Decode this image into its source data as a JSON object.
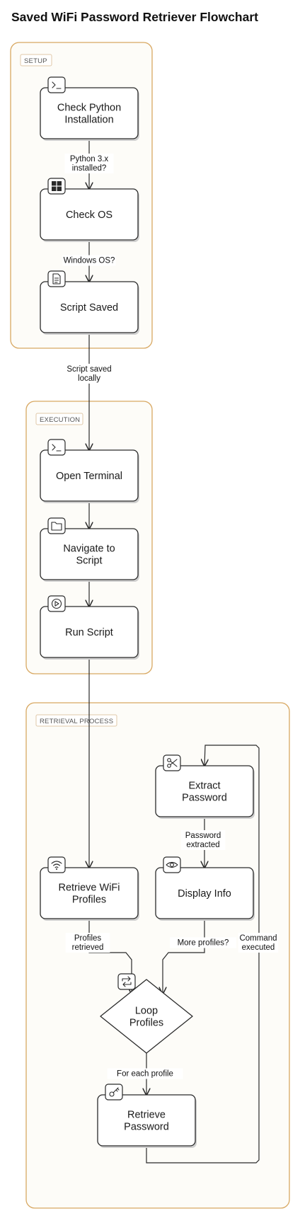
{
  "title": "Saved WiFi Password Retriever Flowchart",
  "groups": [
    {
      "id": "setup",
      "label": "SETUP"
    },
    {
      "id": "execution",
      "label": "EXECUTION"
    },
    {
      "id": "retrieval",
      "label": "RETRIEVAL PROCESS"
    }
  ],
  "nodes": [
    {
      "id": "check_python",
      "lines": [
        "Check Python",
        "Installation"
      ],
      "icon": "terminal-icon",
      "shape": "rect"
    },
    {
      "id": "check_os",
      "lines": [
        "Check OS"
      ],
      "icon": "windows-icon",
      "shape": "rect"
    },
    {
      "id": "script_saved",
      "lines": [
        "Script Saved"
      ],
      "icon": "file-icon",
      "shape": "rect"
    },
    {
      "id": "open_terminal",
      "lines": [
        "Open Terminal"
      ],
      "icon": "terminal-icon",
      "shape": "rect"
    },
    {
      "id": "navigate",
      "lines": [
        "Navigate to",
        "Script"
      ],
      "icon": "folder-icon",
      "shape": "rect"
    },
    {
      "id": "run_script",
      "lines": [
        "Run Script"
      ],
      "icon": "play-icon",
      "shape": "rect"
    },
    {
      "id": "extract_password",
      "lines": [
        "Extract",
        "Password"
      ],
      "icon": "scissors-icon",
      "shape": "rect"
    },
    {
      "id": "retrieve_profiles",
      "lines": [
        "Retrieve WiFi",
        "Profiles"
      ],
      "icon": "wifi-icon",
      "shape": "rect"
    },
    {
      "id": "display_info",
      "lines": [
        "Display Info"
      ],
      "icon": "eye-icon",
      "shape": "rect"
    },
    {
      "id": "loop_profiles",
      "lines": [
        "Loop",
        "Profiles"
      ],
      "icon": "repeat-icon",
      "shape": "diamond"
    },
    {
      "id": "retrieve_password",
      "lines": [
        "Retrieve",
        "Password"
      ],
      "icon": "key-icon",
      "shape": "rect"
    }
  ],
  "edges": [
    {
      "from": "check_python",
      "to": "check_os",
      "lines": [
        "Python 3.x",
        "installed?"
      ]
    },
    {
      "from": "check_os",
      "to": "script_saved",
      "lines": [
        "Windows OS?"
      ]
    },
    {
      "from": "script_saved",
      "to": "open_terminal",
      "lines": [
        "Script saved",
        "locally"
      ]
    },
    {
      "from": "open_terminal",
      "to": "navigate",
      "lines": []
    },
    {
      "from": "navigate",
      "to": "run_script",
      "lines": []
    },
    {
      "from": "run_script",
      "to": "retrieve_profiles",
      "lines": []
    },
    {
      "from": "retrieve_profiles",
      "to": "loop_profiles",
      "lines": [
        "Profiles",
        "retrieved"
      ]
    },
    {
      "from": "loop_profiles",
      "to": "retrieve_password",
      "lines": [
        "For each profile"
      ]
    },
    {
      "from": "retrieve_password",
      "to": "extract_password",
      "lines": [
        "Command",
        "executed"
      ]
    },
    {
      "from": "extract_password",
      "to": "display_info",
      "lines": [
        "Password",
        "extracted"
      ]
    },
    {
      "from": "display_info",
      "to": "loop_profiles",
      "lines": [
        "More profiles?"
      ]
    }
  ]
}
